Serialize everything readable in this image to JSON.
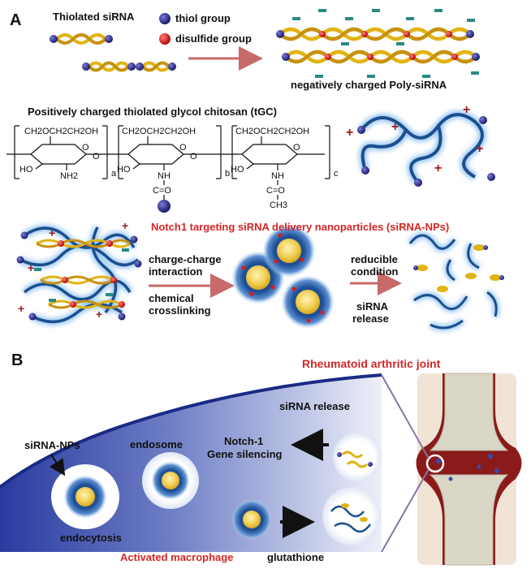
{
  "panel_a": {
    "letter": "A",
    "thiolated_sirna": "Thiolated siRNA",
    "legend_thiol": "thiol group",
    "legend_disulfide": "disulfide  group",
    "poly_sirna": "negatively charged Poly-siRNA",
    "tgc_title": "Positively charged thiolated glycol chitosan (tGC)",
    "chem_ch2oh": "CH2OCH2CH2OH",
    "chem_ho": "HO",
    "chem_nh2": "NH2",
    "chem_nh": "NH",
    "chem_co": "C=O",
    "chem_ch3": "CH3",
    "chem_o": "O",
    "sub_a": "a",
    "sub_b": "b",
    "sub_c": "c",
    "np_title": "Notch1 targeting siRNA delivery nanoparticles (siRNA-NPs)",
    "charge_charge": "charge-charge",
    "interaction": "interaction",
    "chemical": "chemical",
    "crosslinking": "crosslinking",
    "reducible": "reducible",
    "condition": "condition",
    "sirna": "siRNA",
    "release": "release"
  },
  "panel_b": {
    "letter": "B",
    "joint": "Rheumatoid arthritic joint",
    "sirna_release": "siRNA release",
    "notch1": "Notch-1",
    "gene_silencing": "Gene silencing",
    "endosome": "endosome",
    "sirna_nps": "siRNA-NPs",
    "endocytosis": "endocytosis",
    "macrophage": "Activated macrophage",
    "glutathione": "glutathione"
  },
  "colors": {
    "thiol": "#2a2a8a",
    "disulfide": "#e01818",
    "polymer": "#1c4f8f",
    "glow": "#9ec9f2",
    "sirna": "#e0b414",
    "arrow": "#c86a6a",
    "minus": "#2a8a86",
    "plus": "#9b1b1b",
    "title_red": "#d42626",
    "cell": "#3a4aa8",
    "cartilage": "#d9d6c6",
    "synovium": "#8b1a1a"
  }
}
